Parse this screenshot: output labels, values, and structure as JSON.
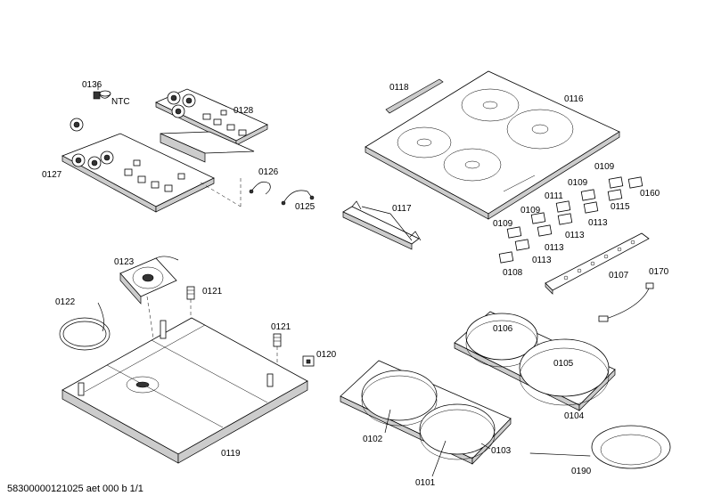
{
  "parts": {
    "p0136": "0136",
    "ntc": "NTC",
    "p0128": "0128",
    "p0127": "0127",
    "p0126": "0126",
    "p0125": "0125",
    "p0118": "0118",
    "p0116": "0116",
    "p0117": "0117",
    "p0109a": "0109",
    "p0109b": "0109",
    "p0109c": "0109",
    "p0109d": "0109",
    "p0160": "0160",
    "p0111": "0111",
    "p0115": "0115",
    "p0113a": "0113",
    "p0113b": "0113",
    "p0113c": "0113",
    "p0113d": "0113",
    "p0108": "0108",
    "p0107": "0107",
    "p0170": "0170",
    "p0123": "0123",
    "p0121a": "0121",
    "p0121b": "0121",
    "p0122": "0122",
    "p0120": "0120",
    "p0119": "0119",
    "p0106": "0106",
    "p0105": "0105",
    "p0104": "0104",
    "p0102": "0102",
    "p0103": "0103",
    "p0101": "0101",
    "p0190": "0190"
  },
  "footer": "58300000121025 aet 000 b 1/1"
}
